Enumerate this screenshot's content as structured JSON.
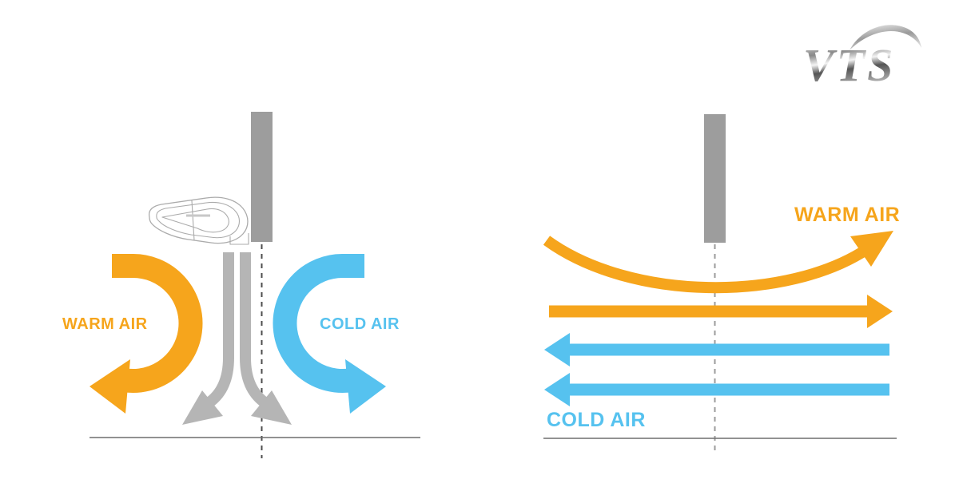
{
  "logo": {
    "text": "VTS"
  },
  "colors": {
    "warm": "#F6A51C",
    "cold": "#56C2EF",
    "wall": "#9D9D9D",
    "stream": "#B5B5B5",
    "floor": "#6E6E6E",
    "dash_left": "#4D4D4D",
    "dash_right": "#9B9B9B",
    "unit_outline": "#ABABAB"
  },
  "left_diagram": {
    "description": "doorway with air curtain unit: warm and cold air separated by downward air stream",
    "warm_label": "WARM AIR",
    "cold_label": "COLD AIR"
  },
  "right_diagram": {
    "description": "doorway without air curtain: warm air escapes right, cold air enters left",
    "warm_label": "WARM AIR",
    "cold_label": "COLD AIR"
  }
}
